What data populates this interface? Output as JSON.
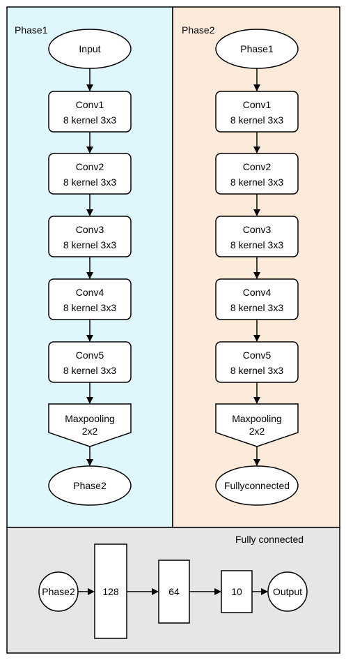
{
  "phase1": {
    "title": "Phase1",
    "start": "Input",
    "layers": [
      {
        "name": "Conv1",
        "detail": "8 kernel 3x3"
      },
      {
        "name": "Conv2",
        "detail": "8 kernel 3x3"
      },
      {
        "name": "Conv3",
        "detail": "8 kernel 3x3"
      },
      {
        "name": "Conv4",
        "detail": "8 kernel 3x3"
      },
      {
        "name": "Conv5",
        "detail": "8 kernel 3x3"
      }
    ],
    "pool": {
      "name": "Maxpooling",
      "size": "2x2"
    },
    "end": "Phase2"
  },
  "phase2": {
    "title": "Phase2",
    "start": "Phase1",
    "layers": [
      {
        "name": "Conv1",
        "detail": "8 kernel 3x3"
      },
      {
        "name": "Conv2",
        "detail": "8 kernel 3x3"
      },
      {
        "name": "Conv3",
        "detail": "8 kernel 3x3"
      },
      {
        "name": "Conv4",
        "detail": "8 kernel 3x3"
      },
      {
        "name": "Conv5",
        "detail": "8 kernel 3x3"
      }
    ],
    "pool": {
      "name": "Maxpooling",
      "size": "2x2"
    },
    "end": "Fullyconnected"
  },
  "fc": {
    "title": "Fully connected",
    "input": "Phase2",
    "layers": [
      "128",
      "64",
      "10"
    ],
    "output": "Output"
  },
  "colors": {
    "phase1_bg": "#dff7fc",
    "phase2_bg": "#fcebdb",
    "fc_bg": "#e6e6e6",
    "stroke": "#000000",
    "node_fill": "#ffffff"
  }
}
